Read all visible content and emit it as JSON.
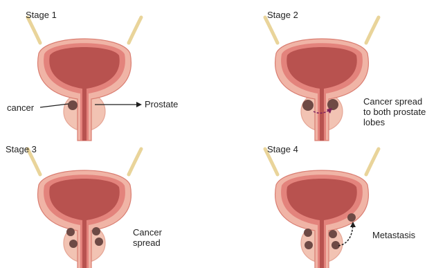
{
  "stages": [
    {
      "title": "Stage 1",
      "labels": {
        "cancer": "cancer",
        "prostate": "Prostate"
      }
    },
    {
      "title": "Stage 2",
      "description": [
        "Cancer spread",
        "to both prostate",
        "lobes"
      ]
    },
    {
      "title": "Stage 3",
      "description": [
        "Cancer",
        "spread"
      ]
    },
    {
      "title": "Stage 4",
      "description": [
        "Metastasis"
      ]
    }
  ],
  "colors": {
    "bladder_outer": "#f0b4a6",
    "bladder_wall": "#e3837c",
    "bladder_lumen": "#b8524f",
    "prostate": "#f2c3b3",
    "tumor": "#6e4a45",
    "ureter": "#e9d49a",
    "arrow": "#1f1f1f",
    "stage2_arrow": "#7a1f5c"
  }
}
